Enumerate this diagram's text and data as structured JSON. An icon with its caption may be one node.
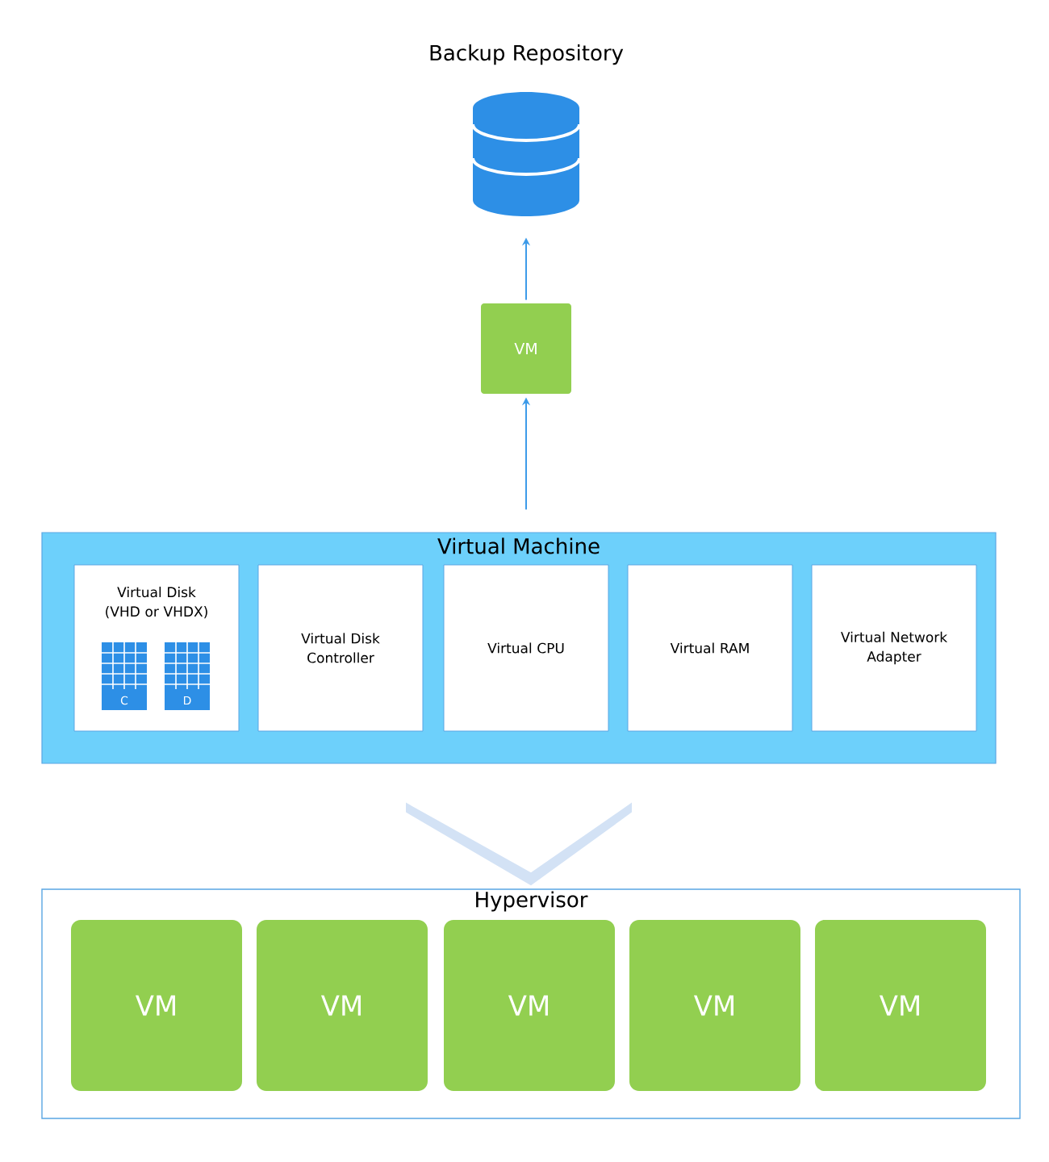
{
  "diagram": {
    "nodes": [
      {
        "text": [
          "Backup Repository"
        ]
      },
      {
        "text": [
          "VM"
        ]
      },
      {
        "text": [
          "Virtual Machine"
        ]
      },
      {
        "text": [
          "Virtual Disk (VHD or VHDX)"
        ],
        "in": 2
      },
      {
        "text": [
          "C"
        ],
        "in": 3
      },
      {
        "text": [
          "D"
        ],
        "in": 3
      },
      {
        "text": [
          "Virtual Disk Controller"
        ],
        "in": 2
      },
      {
        "text": [
          "Virtual CPU"
        ],
        "in": 2
      },
      {
        "text": [
          "Virtual RAM"
        ],
        "in": 2
      },
      {
        "text": [
          "Virtual Network Adapter"
        ],
        "in": 2
      },
      {
        "text": [
          "Hypervisor"
        ]
      },
      {
        "text": [
          "VM"
        ],
        "in": 10
      },
      {
        "text": [
          "VM"
        ],
        "in": 10
      },
      {
        "text": [
          "VM"
        ],
        "in": 10
      },
      {
        "text": [
          "VM"
        ],
        "in": 10
      },
      {
        "text": [
          "VM"
        ],
        "in": 10
      }
    ],
    "edges": [
      {
        "from": 1,
        "to": 0,
        "arrow": "to"
      },
      {
        "from": 2,
        "to": 1,
        "arrow": "to"
      },
      {
        "from": 2,
        "to": 10,
        "arrow": "to",
        "style": "thick",
        "color": "#d3e2f5"
      }
    ]
  }
}
